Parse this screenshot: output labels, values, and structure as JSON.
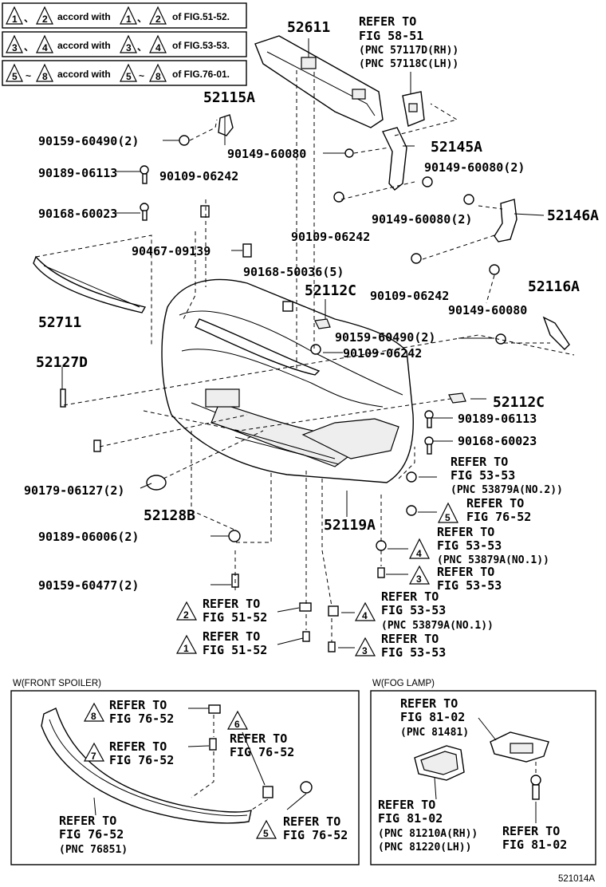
{
  "notes": [
    {
      "a": "1",
      "b": "2",
      "text": "accord with",
      "c": "1",
      "d": "2",
      "ref": "of FIG.51-52."
    },
    {
      "a": "3",
      "b": "4",
      "text": "accord with",
      "c": "3",
      "d": "4",
      "ref": "of FIG.53-53."
    },
    {
      "a": "5",
      "b": "8",
      "text": "accord with",
      "c": "5",
      "d": "8",
      "ref": "of FIG.76-01."
    }
  ],
  "separators": {
    "comma": "、",
    "range": "~"
  },
  "parts": {
    "p52611": "52611",
    "p52115A": "52115A",
    "p52145A": "52145A",
    "p52146A": "52146A",
    "p52711": "52711",
    "p52112C_top": "52112C",
    "p52116A": "52116A",
    "p52127D": "52127D",
    "p52112C_bot": "52112C",
    "p52128B": "52128B",
    "p52119A": "52119A"
  },
  "fasteners": {
    "f1": "90159-60490(2)",
    "f2": "90149-60080",
    "f3": "90149-60080(2)",
    "f4": "90189-06113",
    "f5": "90109-06242",
    "f6": "90168-60023",
    "f7": "90149-60080(2)",
    "f8": "90109-06242",
    "f9": "90467-09139",
    "f10": "90168-50036(5)",
    "f11": "90109-06242",
    "f12": "90149-60080",
    "f13": "90159-60490(2)",
    "f14": "90109-06242",
    "f15": "90189-06113",
    "f16": "90168-60023",
    "f17": "90179-06127(2)",
    "f18": "90189-06006(2)",
    "f19": "90159-60477(2)"
  },
  "refers": {
    "r_top": {
      "l1": "REFER TO",
      "l2": "FIG 58-51",
      "l3": "(PNC 57117D(RH))",
      "l4": "(PNC 57118C(LH))"
    },
    "r_a": {
      "l1": "REFER TO",
      "l2": "FIG 53-53",
      "l3": "(PNC 53879A(NO.2))"
    },
    "r_b": {
      "num": "5",
      "l1": "REFER TO",
      "l2": "FIG 76-52"
    },
    "r_c": {
      "num": "4",
      "l1": "REFER TO",
      "l2": "FIG 53-53",
      "l3": "(PNC 53879A(NO.1))"
    },
    "r_d": {
      "num": "3",
      "l1": "REFER TO",
      "l2": "FIG 53-53"
    },
    "r_e": {
      "num": "2",
      "l1": "REFER TO",
      "l2": "FIG 51-52"
    },
    "r_f": {
      "num": "4",
      "l1": "REFER TO",
      "l2": "FIG 53-53",
      "l3": "(PNC 53879A(NO.1))"
    },
    "r_g": {
      "num": "1",
      "l1": "REFER TO",
      "l2": "FIG 51-52"
    },
    "r_h": {
      "num": "3",
      "l1": "REFER TO",
      "l2": "FIG 53-53"
    }
  },
  "spoiler": {
    "title": "W(FRONT SPOILER)",
    "r8": {
      "num": "8",
      "l1": "REFER TO",
      "l2": "FIG 76-52"
    },
    "r7": {
      "num": "7",
      "l1": "REFER TO",
      "l2": "FIG 76-52"
    },
    "r6": {
      "num": "6",
      "l1": "REFER TO",
      "l2": "FIG 76-52"
    },
    "r5": {
      "num": "5",
      "l1": "REFER TO",
      "l2": "FIG 76-52"
    },
    "rmain": {
      "l1": "REFER TO",
      "l2": "FIG 76-52",
      "l3": "(PNC 76851)"
    }
  },
  "fog": {
    "title": "W(FOG LAMP)",
    "r1": {
      "l1": "REFER TO",
      "l2": "FIG 81-02",
      "l3": "(PNC 81481)"
    },
    "r2": {
      "l1": "REFER TO",
      "l2": "FIG 81-02",
      "l3": "(PNC 81210A(RH))",
      "l4": "(PNC 81220(LH))"
    },
    "r3": {
      "l1": "REFER TO",
      "l2": "FIG 81-02"
    }
  },
  "diagram_id": "521014A"
}
